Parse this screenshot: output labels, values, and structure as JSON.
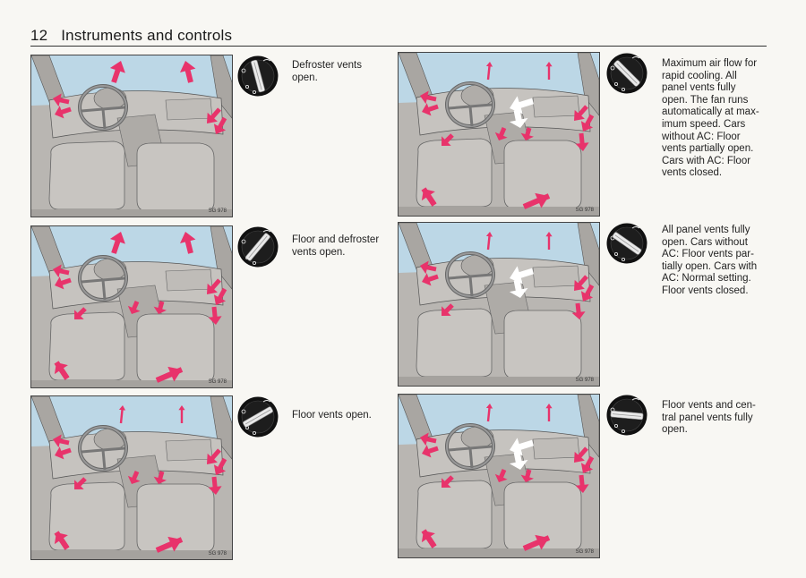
{
  "header": {
    "page_number": "12",
    "title": "Instruments and controls"
  },
  "panel_code": "SG 978",
  "settings": [
    {
      "id": "defroster",
      "text": "Defroster vents\nopen."
    },
    {
      "id": "floor-defroster",
      "text": "Floor and defroster\nvents open."
    },
    {
      "id": "floor",
      "text": "Floor vents open."
    },
    {
      "id": "max-cooling",
      "text": "Maximum air flow for\nrapid cooling. All\npanel vents fully\nopen. The fan runs\nautomatically at max-\nimum speed. Cars\nwithout AC: Floor\nvents partially open.\nCars with AC: Floor\nvents closed."
    },
    {
      "id": "panel-vents",
      "text": "All panel vents fully\nopen. Cars without\nAC: Floor vents par-\ntially open. Cars with\nAC: Normal setting.\nFloor vents closed."
    },
    {
      "id": "floor-central",
      "text": "Floor vents and cen-\ntral panel vents fully\nopen."
    }
  ],
  "colors": {
    "arrow": "#e8336b",
    "window": "#bcd7e6",
    "interior": "#b9b6b2"
  }
}
